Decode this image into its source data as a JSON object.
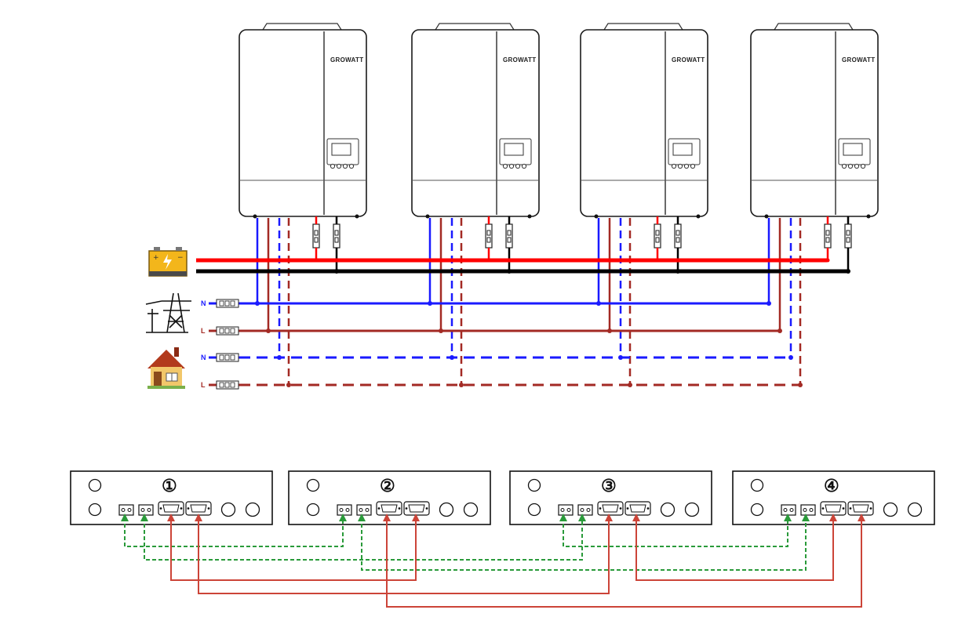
{
  "brand": "GROWATT",
  "inverter_count": 4,
  "sources": [
    {
      "icon": "battery-icon"
    },
    {
      "icon": "grid-tower-icon",
      "lines": [
        {
          "label": "N",
          "color": "#1a1aff"
        },
        {
          "label": "L",
          "color": "#a32a24"
        }
      ]
    },
    {
      "icon": "house-icon",
      "lines": [
        {
          "label": "N",
          "color": "#1a1aff"
        },
        {
          "label": "L",
          "color": "#a32a24"
        }
      ]
    }
  ],
  "units": [
    {
      "number": "①"
    },
    {
      "number": "②"
    },
    {
      "number": "③"
    },
    {
      "number": "④"
    }
  ],
  "colors": {
    "battery_positive": "#ff0000",
    "battery_negative": "#000000",
    "neutral": "#1a1aff",
    "live": "#a32a24",
    "current_share": "#2a9a3a",
    "parallel_comm": "#cc4438"
  }
}
